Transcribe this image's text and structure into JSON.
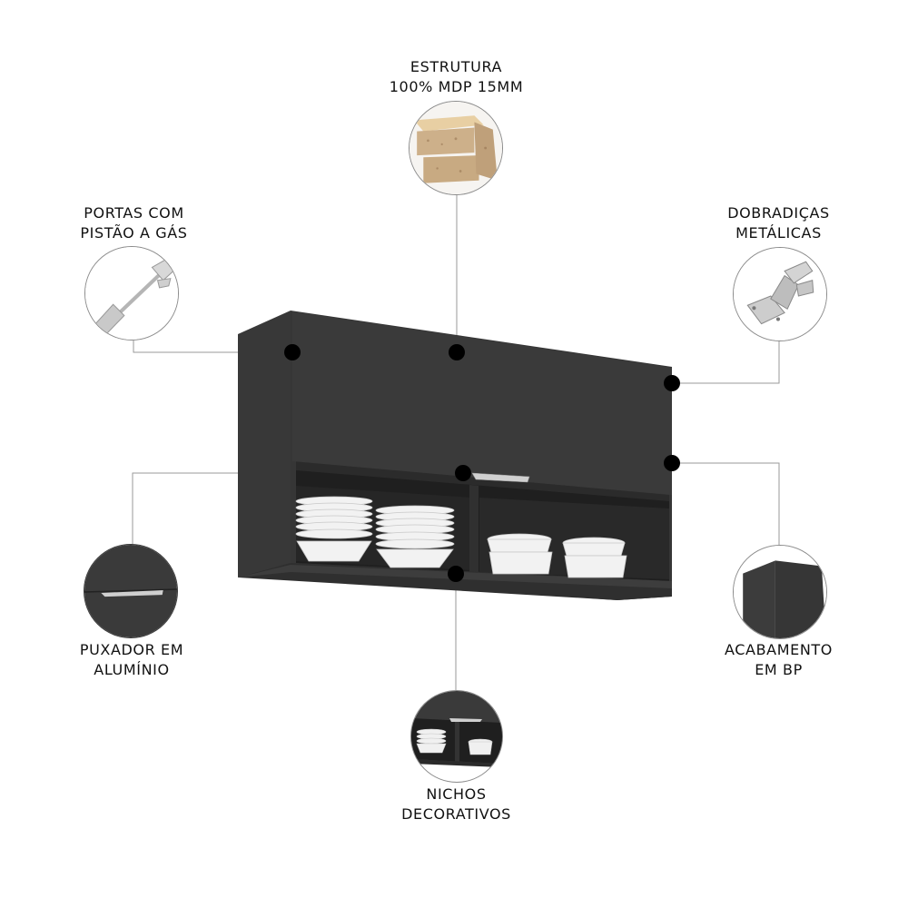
{
  "product": {
    "name": "wall-cabinet",
    "finish_color": "#3a3a3a",
    "marker_color": "#000000",
    "connector_color": "#9a9a9a"
  },
  "features": [
    {
      "id": "estrutura",
      "lines": [
        "ESTRUTURA",
        "100% MDP 15MM"
      ],
      "icon": "mdp-board-icon"
    },
    {
      "id": "portas",
      "lines": [
        "PORTAS COM",
        "PISTÃO A GÁS"
      ],
      "icon": "gas-piston-icon"
    },
    {
      "id": "dobradicas",
      "lines": [
        "DOBRADIÇAS",
        "METÁLICAS"
      ],
      "icon": "metal-hinge-icon"
    },
    {
      "id": "puxador",
      "lines": [
        "PUXADOR EM",
        "ALUMÍNIO"
      ],
      "icon": "aluminum-handle-icon"
    },
    {
      "id": "acabamento",
      "lines": [
        "ACABAMENTO",
        "EM BP"
      ],
      "icon": "bp-finish-corner-icon"
    },
    {
      "id": "nichos",
      "lines": [
        "NICHOS",
        "DECORATIVOS"
      ],
      "icon": "decorative-niches-icon"
    }
  ]
}
